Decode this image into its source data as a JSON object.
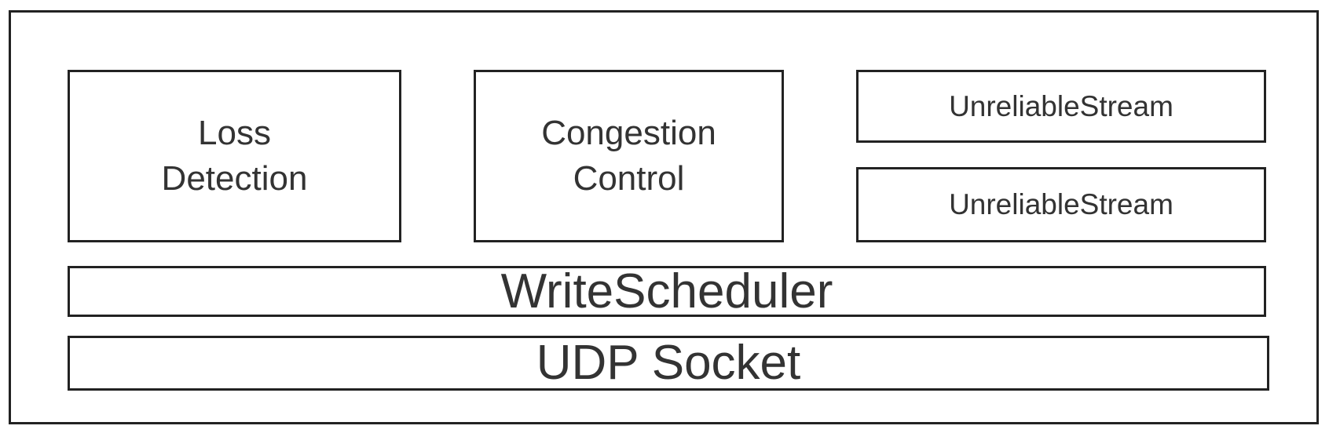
{
  "loss_detection": {
    "line1": "Loss",
    "line2": "Detection"
  },
  "congestion_control": {
    "line1": "Congestion",
    "line2": "Control"
  },
  "streams": [
    {
      "label": "UnreliableStream"
    },
    {
      "label": "UnreliableStream"
    }
  ],
  "write_scheduler": {
    "label": "WriteScheduler"
  },
  "udp_socket": {
    "label": "UDP Socket"
  },
  "colors": {
    "border": "#222222",
    "text": "#333333",
    "background": "#ffffff"
  }
}
